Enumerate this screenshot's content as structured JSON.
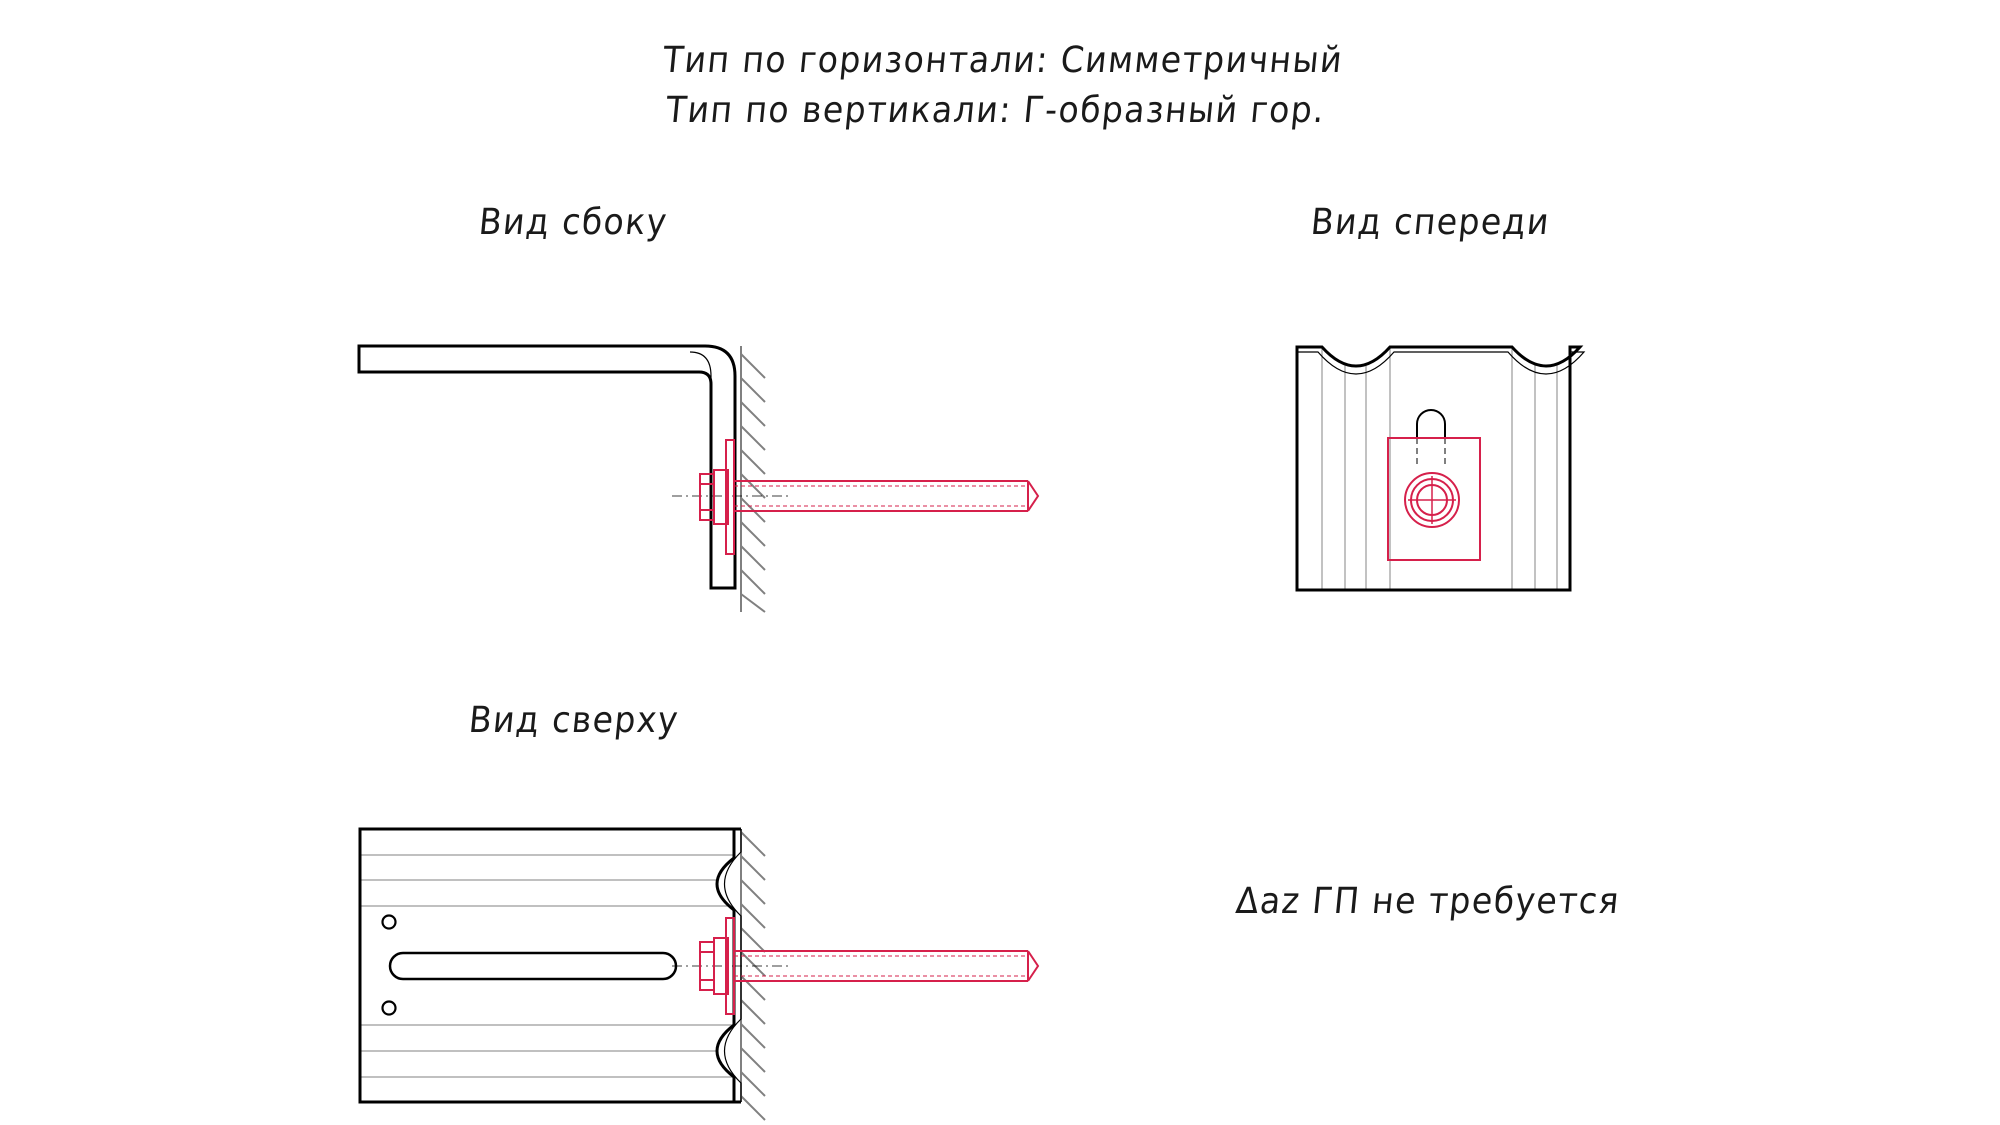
{
  "title": {
    "line1": "Тип по горизонтали: Симметричный",
    "line2": "Тип по вертикали: Г-образный гор."
  },
  "views": {
    "side": {
      "label": "Вид сбоку"
    },
    "front": {
      "label": "Вид спереди"
    },
    "top": {
      "label": "Вид сверху"
    }
  },
  "note": {
    "text": "Δaz ГП не требуется"
  },
  "colors": {
    "outline": "#000000",
    "fastener": "#d6204b",
    "wall_hatch": "#808080",
    "rib_lines": "#9a9a9a"
  }
}
